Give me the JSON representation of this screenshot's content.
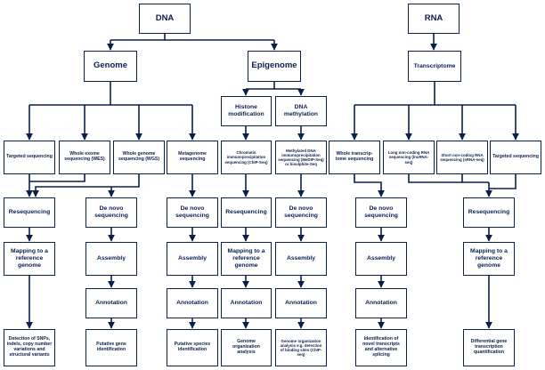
{
  "nodes": {
    "dna": "DNA",
    "rna": "RNA",
    "genome": "Genome",
    "epigenome": "Epigenome",
    "transcriptome": "Transcriptome",
    "histone": "Histone modification",
    "dna_methylation": "DNA methylation",
    "targeted_dna": "Targeted sequencing",
    "wes": "Whole exome sequencing (WES)",
    "wgs": "Whole genome sequencing (WGS)",
    "metagenome": "Metagenome sequencing",
    "chipseq": "Chromatin immunoprecipitation sequencing (ChIP-Seq)",
    "methyl_seq": "Methylated DNA immunoprecipitation sequencing (MeDIP-Seq) or bisulphite-Seq",
    "whole_transcriptome": "Whole transcrip-tome sequencing",
    "lncrna": "Long non-coding RNA sequencing (lncRNA-seq)",
    "srna": "Short non-coding RNA sequencing (sRNA-seq)",
    "targeted_rna": "Targeted sequencing",
    "reseq_1": "Resequencing",
    "denovo_1": "De novo sequencing",
    "denovo_2": "De novo sequencing",
    "reseq_2": "Resequencing",
    "denovo_3": "De novo sequencing",
    "denovo_4": "De novo sequencing",
    "reseq_3": "Resequencing",
    "map_1": "Mapping to a reference genome",
    "assembly_1": "Assembly",
    "assembly_2": "Assembly",
    "map_2": "Mapping to a reference genome",
    "assembly_3": "Assembly",
    "assembly_4": "Assembly",
    "map_3": "Mapping to a reference genome",
    "annotation_1": "Annotation",
    "annotation_2": "Annotation",
    "annotation_3": "Annotation",
    "annotation_4": "Annotation",
    "annotation_5": "Annotation",
    "out_1": "Detection of SNPs, indels, copy number variations and structural variants",
    "out_2": "Putative gene identification",
    "out_3": "Putative species identification",
    "out_4": "Genome organization analysis",
    "out_5": "Genome organization analysis e.g. detection of binding sites (ChIP-seq)",
    "out_6": "Identification of novel transcripts and alternative splicing",
    "out_7": "Differential gene transcription quantification"
  },
  "colors": {
    "ink": "#0b1f4d",
    "background": "#ffffff"
  }
}
